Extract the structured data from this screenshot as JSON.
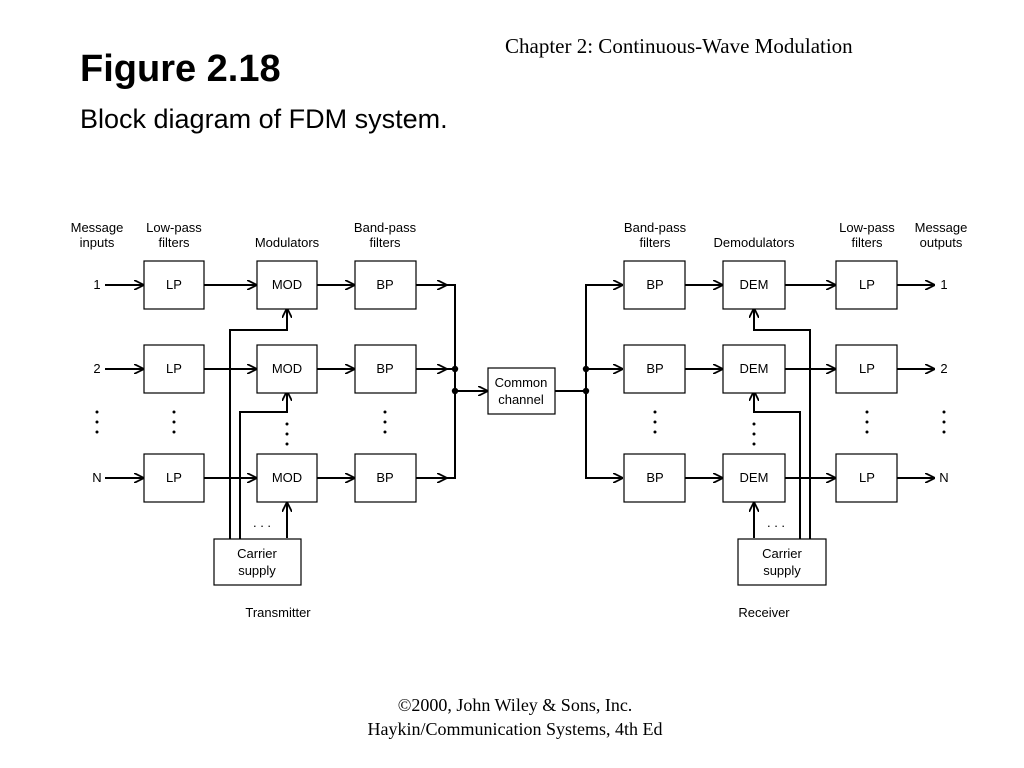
{
  "header": {
    "chapter": "Chapter 2: Continuous-Wave Modulation",
    "figure_title": "Figure 2.18",
    "figure_subtitle": "Block diagram of FDM system."
  },
  "diagram": {
    "tx_headers": {
      "message_inputs": [
        "Message",
        "inputs"
      ],
      "lowpass": [
        "Low-pass",
        "filters"
      ],
      "modulators": "Modulators",
      "bandpass": [
        "Band-pass",
        "filters"
      ]
    },
    "rx_headers": {
      "bandpass": [
        "Band-pass",
        "filters"
      ],
      "demodulators": "Demodulators",
      "lowpass": [
        "Low-pass",
        "filters"
      ],
      "message_outputs": [
        "Message",
        "outputs"
      ]
    },
    "channel_labels": [
      "1",
      "2",
      "N"
    ],
    "blocks": {
      "lp": "LP",
      "mod": "MOD",
      "bp": "BP",
      "dem": "DEM"
    },
    "common_channel": [
      "Common",
      "channel"
    ],
    "carrier_supply": [
      "Carrier",
      "supply"
    ],
    "ellipsis": ". . .",
    "transmitter_label": "Transmitter",
    "receiver_label": "Receiver"
  },
  "footer": {
    "copyright": "©2000, John Wiley & Sons, Inc.",
    "book": "Haykin/Communication Systems, 4th Ed"
  }
}
